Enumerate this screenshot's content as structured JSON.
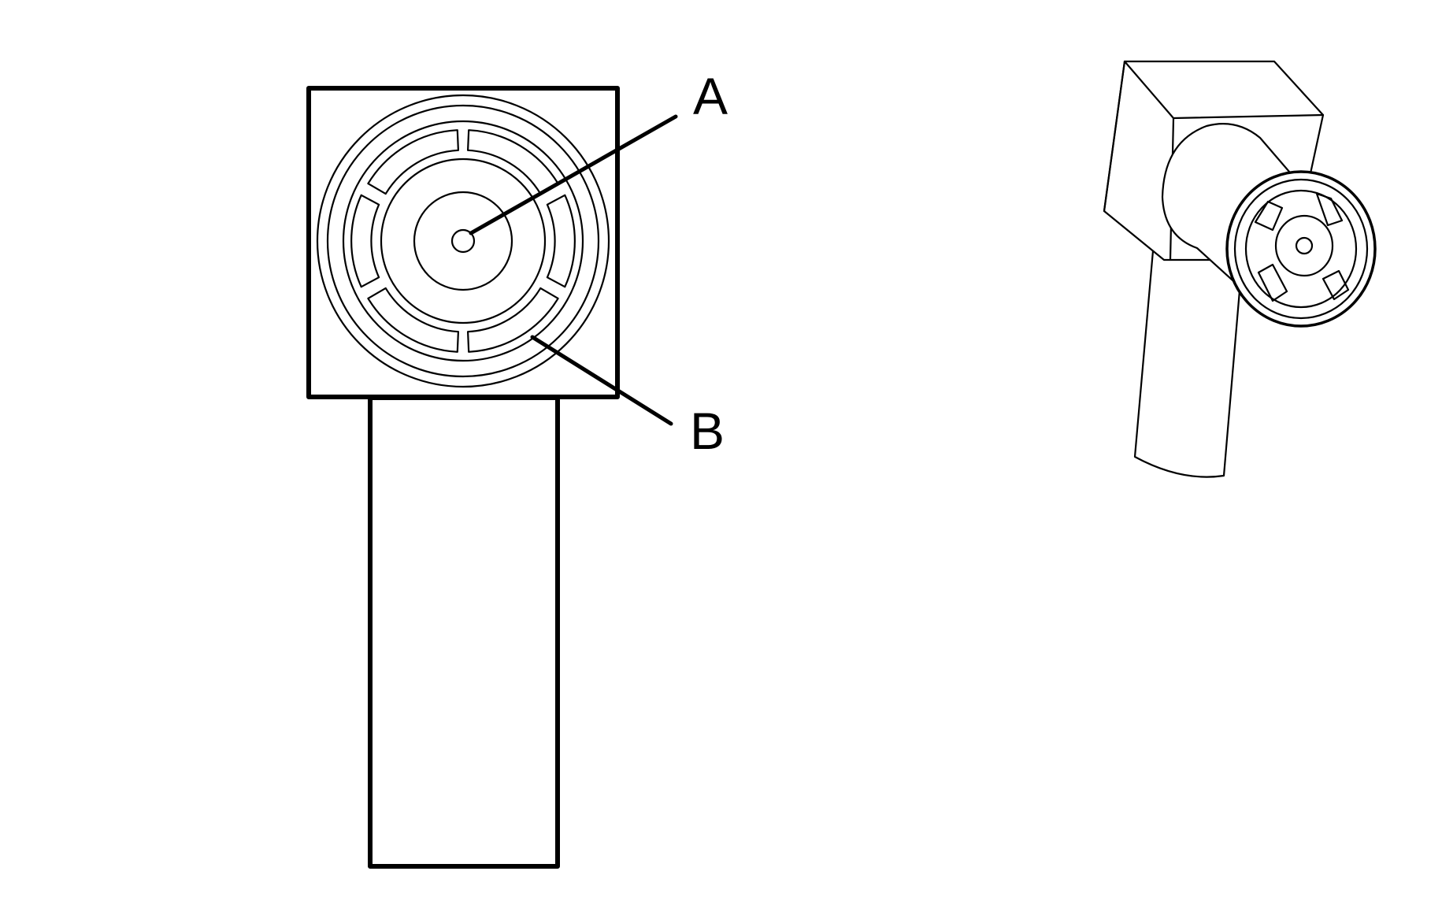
{
  "figure": {
    "callouts": [
      {
        "id": "A",
        "label": "A"
      },
      {
        "id": "B",
        "label": "B"
      }
    ],
    "colors": {
      "line": "#000000",
      "background": "#ffffff"
    }
  }
}
